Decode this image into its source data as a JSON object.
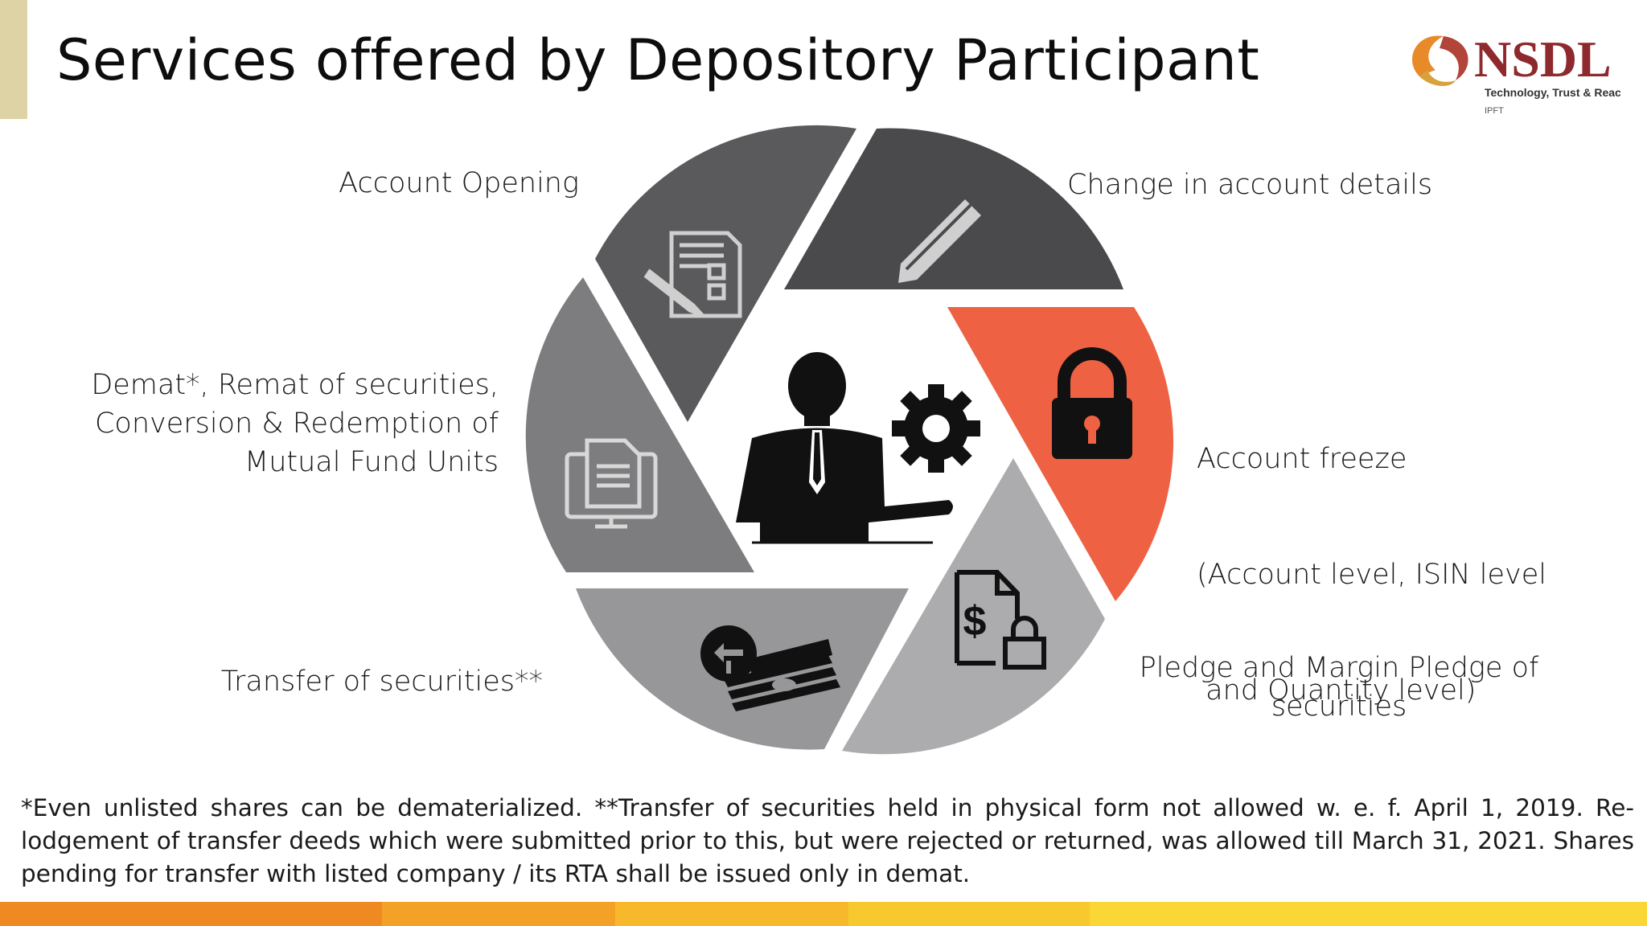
{
  "title": "Services offered by Depository Participant",
  "logo": {
    "name": "NSDL",
    "tagline": "Technology, Trust & Reach",
    "sub": "IPFT"
  },
  "services": [
    {
      "label_lines": [
        "Account Opening"
      ],
      "icon": "form-pencil-icon",
      "color": "#5a595b"
    },
    {
      "label_lines": [
        "Change in account details"
      ],
      "icon": "pencil-icon",
      "color": "#4a494c"
    },
    {
      "label_lines": [
        "Account freeze",
        "(Account level, ISIN level",
        " and Quantity level)"
      ],
      "icon": "lock-icon",
      "color": "#ee6143"
    },
    {
      "label_lines": [
        "Pledge and Margin Pledge of",
        "securities"
      ],
      "icon": "document-dollar-lock-icon",
      "color": "#acabad"
    },
    {
      "label_lines": [
        "Transfer of securities**"
      ],
      "icon": "cash-transfer-icon",
      "color": "#979698"
    },
    {
      "label_lines": [
        "Demat*, Remat of securities,",
        "Conversion & Redemption of",
        "Mutual Fund Units"
      ],
      "icon": "document-monitor-icon",
      "color": "#7d7c7e"
    }
  ],
  "center_icon": "businessman-gear-icon",
  "footnote": "*Even unlisted shares can be dematerialized. **Transfer of securities held in physical form not allowed w. e. f. April 1, 2019. Re-lodgement of transfer deeds which were submitted prior to this, but were rejected or returned, was allowed till March 31, 2021. Shares pending for transfer with listed company / its RTA shall be issued only in demat.",
  "footer_colors": [
    "#ef8a23",
    "#f4a227",
    "#f7b82c",
    "#f8c92f",
    "#fbd735"
  ]
}
